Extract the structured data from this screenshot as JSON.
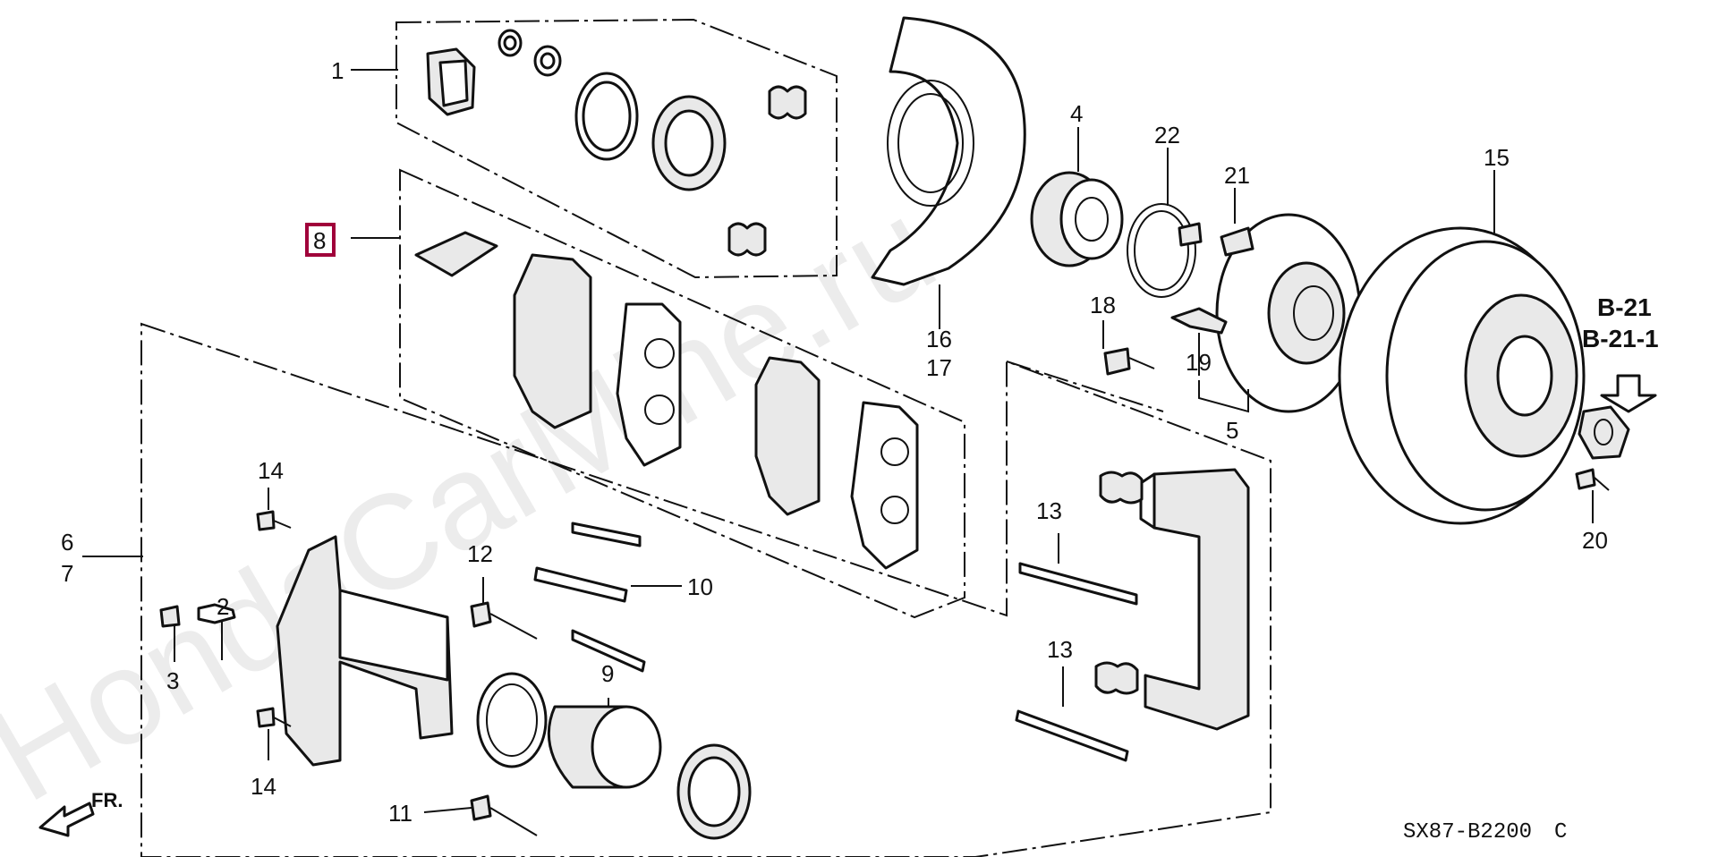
{
  "watermark": "HondaCarMine.ru",
  "diagram_code": "SX87-B2200",
  "revision": "C",
  "direction_label": "FR.",
  "ref_labels": [
    "B-21",
    "B-21-1"
  ],
  "highlighted_part": "8",
  "callouts": {
    "c1": "1",
    "c2": "2",
    "c3": "3",
    "c4": "4",
    "c5": "5",
    "c6": "6",
    "c7": "7",
    "c8": "8",
    "c9": "9",
    "c10": "10",
    "c11": "11",
    "c12": "12",
    "c13a": "13",
    "c13b": "13",
    "c14a": "14",
    "c14b": "14",
    "c15": "15",
    "c16": "16",
    "c17": "17",
    "c18": "18",
    "c19": "19",
    "c20": "20",
    "c21": "21",
    "c22": "22"
  }
}
